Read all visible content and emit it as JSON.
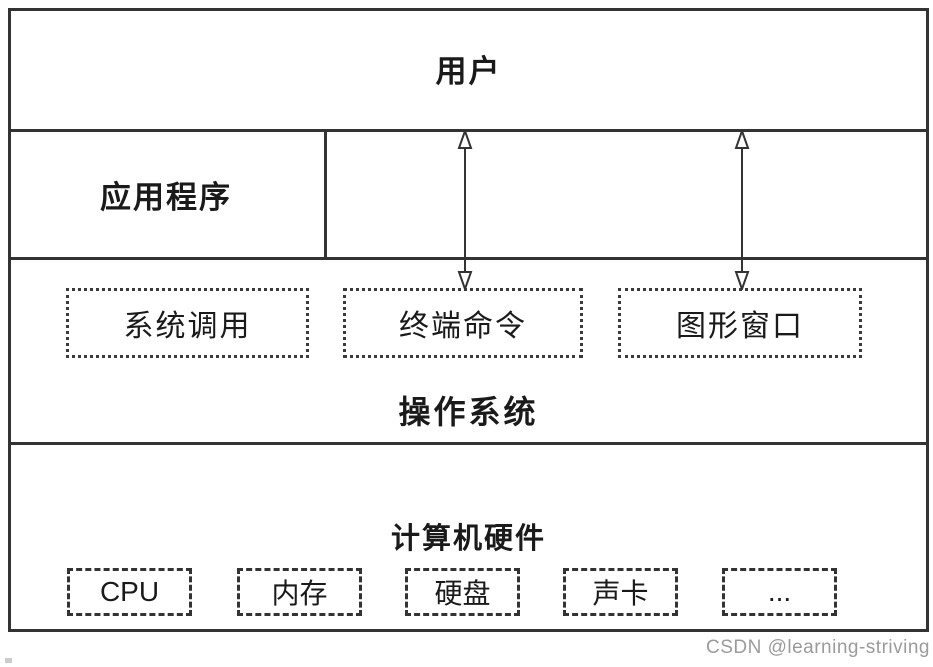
{
  "diagram": {
    "layers": {
      "user": {
        "label": "用户"
      },
      "application": {
        "label": "应用程序"
      },
      "os": {
        "label": "操作系统",
        "interfaces": [
          {
            "label": "系统调用"
          },
          {
            "label": "终端命令"
          },
          {
            "label": "图形窗口"
          }
        ]
      },
      "hardware": {
        "label": "计算机硬件",
        "components": [
          {
            "label": "CPU"
          },
          {
            "label": "内存"
          },
          {
            "label": "硬盘"
          },
          {
            "label": "声卡"
          },
          {
            "label": "..."
          }
        ]
      }
    },
    "arrows": [
      {
        "name": "user-terminal-arrow",
        "direction": "both"
      },
      {
        "name": "user-gui-arrow",
        "direction": "both"
      }
    ],
    "colors": {
      "line": "#333333",
      "background": "#ffffff",
      "text": "#1a1a1a",
      "watermark": "#9b9b9b"
    }
  },
  "watermark": {
    "text": "CSDN @learning-striving"
  }
}
